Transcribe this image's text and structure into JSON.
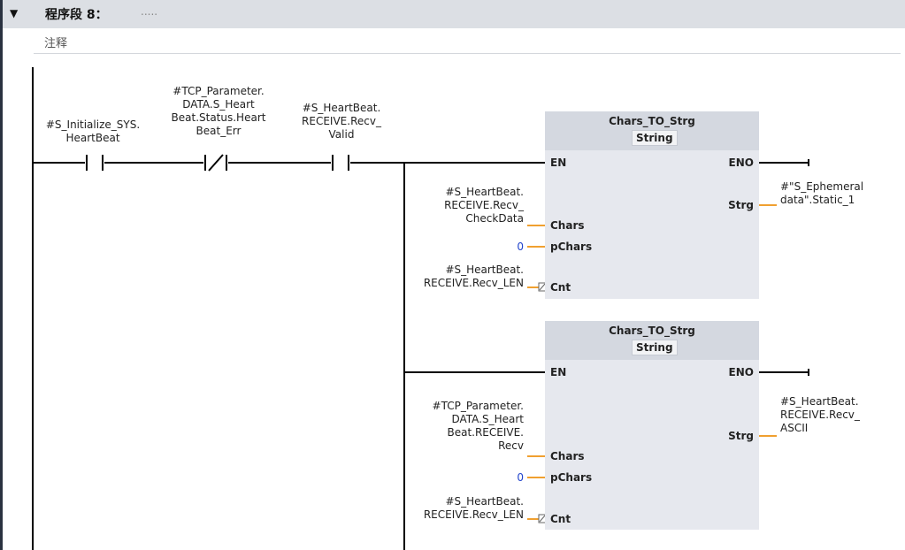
{
  "network": {
    "collapse_glyph": "▼",
    "title": "程序段 8：",
    "title_dots": ".....",
    "comment": "注释"
  },
  "contacts": [
    {
      "operand_lines": [
        "#S_Initialize_SYS.",
        "HeartBeat"
      ],
      "type": "NO"
    },
    {
      "operand_lines": [
        "#TCP_Parameter.",
        "DATA.S_Heart",
        "Beat.Status.Heart",
        "Beat_Err"
      ],
      "type": "NC"
    },
    {
      "operand_lines": [
        "#S_HeartBeat.",
        "RECEIVE.Recv_",
        "Valid"
      ],
      "type": "NO"
    }
  ],
  "blocks": [
    {
      "name": "Chars_TO_Strg",
      "type": "String",
      "en": "EN",
      "eno": "ENO",
      "inputs": [
        {
          "pin": "Chars",
          "operand_lines": [
            "#S_HeartBeat.",
            "RECEIVE.Recv_",
            "CheckData"
          ]
        },
        {
          "pin": "pChars",
          "operand_lines": [
            "0"
          ]
        },
        {
          "pin": "Cnt",
          "operand_lines": [
            "#S_HeartBeat.",
            "RECEIVE.Recv_LEN"
          ]
        }
      ],
      "output": {
        "pin": "Strg",
        "operand_lines": [
          "#\"S_Ephemeral",
          "data\".Static_1"
        ]
      }
    },
    {
      "name": "Chars_TO_Strg",
      "type": "String",
      "en": "EN",
      "eno": "ENO",
      "inputs": [
        {
          "pin": "Chars",
          "operand_lines": [
            "#TCP_Parameter.",
            "DATA.S_Heart",
            "Beat.RECEIVE.",
            "Recv"
          ]
        },
        {
          "pin": "pChars",
          "operand_lines": [
            "0"
          ]
        },
        {
          "pin": "Cnt",
          "operand_lines": [
            "#S_HeartBeat.",
            "RECEIVE.Recv_LEN"
          ]
        }
      ],
      "output": {
        "pin": "Strg",
        "operand_lines": [
          "#S_HeartBeat.",
          "RECEIVE.Recv_",
          "ASCII"
        ]
      }
    }
  ],
  "colors": {
    "wire": "#000000",
    "param_wire": "#f0a030",
    "header_bg": "#dcdfe4",
    "block_bg": "#e6e8ee",
    "block_head": "#d4d8e0",
    "const_value": "#2244cc"
  }
}
